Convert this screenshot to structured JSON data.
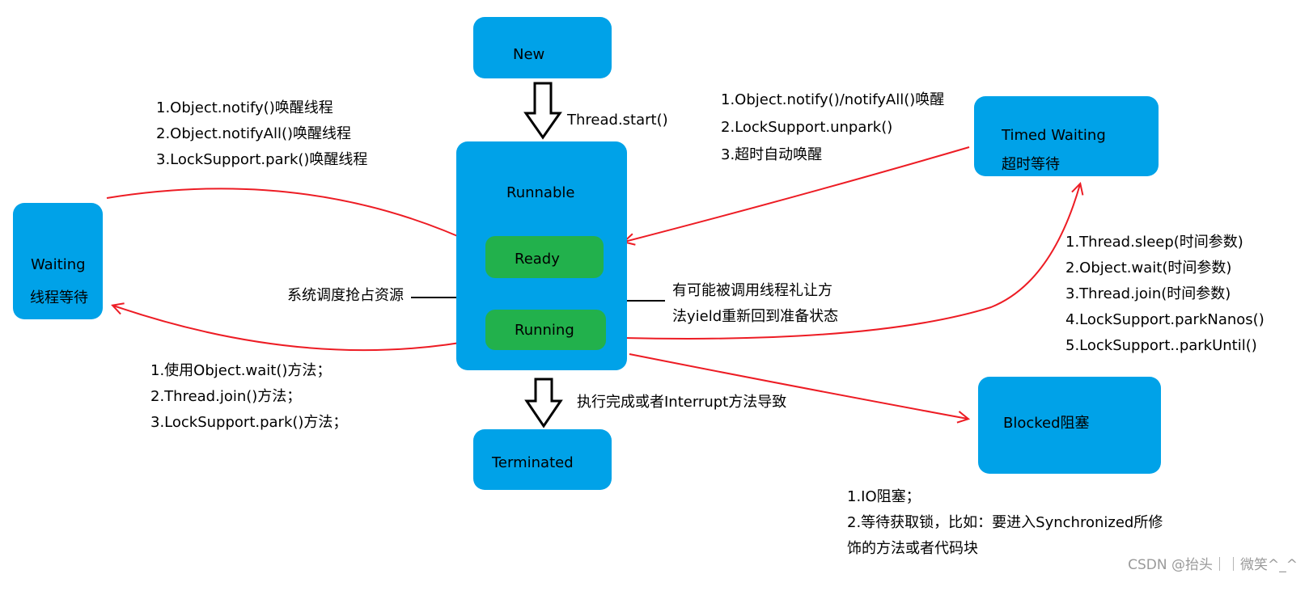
{
  "states": {
    "new": "New",
    "runnable": "Runnable",
    "ready": "Ready",
    "running": "Running",
    "terminated": "Terminated",
    "waiting": "Waiting",
    "waiting_cn": "线程等待",
    "timed_waiting": "Timed Waiting",
    "timed_waiting_cn": "超时等待",
    "blocked": "Blocked阻塞"
  },
  "transitions": {
    "start": "Thread.start()",
    "terminate": "执行完成或者Interrupt方法导致",
    "schedule": "系统调度抢占资源",
    "yield_line1": "有可能被调用线程礼让方",
    "yield_line2": "法yield重新回到准备状态"
  },
  "notes": {
    "waiting_wake": [
      "1.Object.notify()唤醒线程",
      "2.Object.notifyAll()唤醒线程",
      "3.LockSupport.park()唤醒线程"
    ],
    "to_waiting": [
      "1.使用Object.wait()方法；",
      "2.Thread.join()方法；",
      "3.LockSupport.park()方法；"
    ],
    "timed_wake": [
      "1.Object.notify()/notifyAll()唤醒",
      "2.LockSupport.unpark()",
      "3.超时自动唤醒"
    ],
    "to_timed": [
      "1.Thread.sleep(时间参数)",
      "2.Object.wait(时间参数)",
      "3.Thread.join(时间参数)",
      "4.LockSupport.parkNanos()",
      "5.LockSupport..parkUntil()"
    ],
    "blocked": [
      "1.IO阻塞；",
      "2.等待获取锁，比如：要进入Synchronized所修",
      "饰的方法或者代码块"
    ]
  },
  "watermark": "CSDN @抬头｜｜微笑^_^",
  "colors": {
    "state_box": "#00a2e8",
    "inner_state": "#22b14c",
    "transition_arrow": "#ed1c24"
  }
}
